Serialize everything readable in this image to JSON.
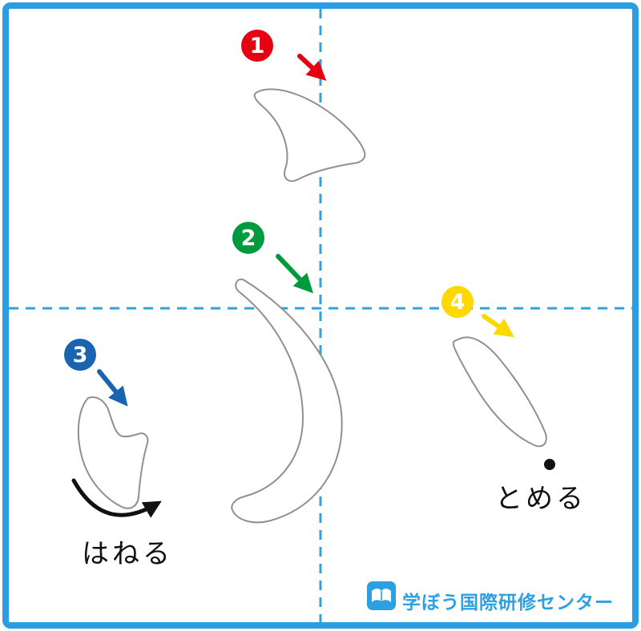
{
  "colors": {
    "border_blue": "#2b9de2",
    "guide_blue": "#2fa3e0",
    "outline_gray": "#909090",
    "step1": "#e50012",
    "step2": "#009a3e",
    "step3": "#1a63b0",
    "step4": "#ffd800",
    "logo_blue": "#2ca0e0",
    "ink_black": "#111111"
  },
  "steps": [
    {
      "number": "1"
    },
    {
      "number": "2"
    },
    {
      "number": "3"
    },
    {
      "number": "4"
    }
  ],
  "annotations": {
    "haneru": "はねる",
    "tomeru": "とめる"
  },
  "logo": {
    "text": "学ぼう国際研修センター"
  }
}
